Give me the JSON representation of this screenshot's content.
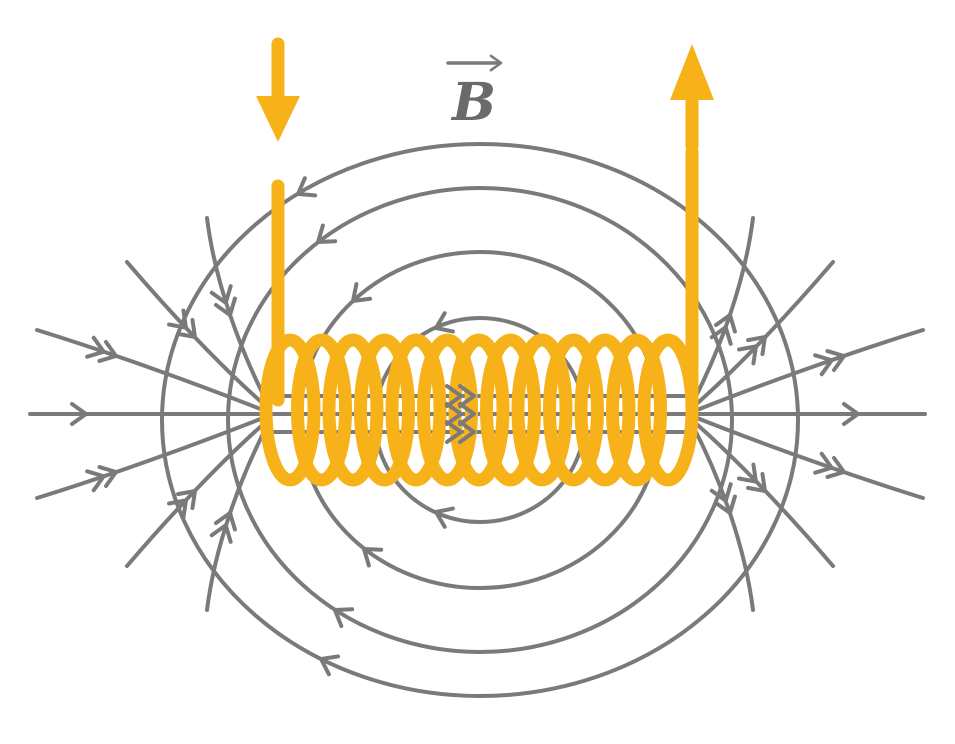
{
  "labels": {
    "field_symbol": "B"
  },
  "colors": {
    "background": "#ffffff",
    "coil": "#F7B219",
    "field_lines": "#7a7a7a",
    "label": "#6a6a6a"
  },
  "icons": {
    "left_current_arrow": "arrow-down",
    "right_current_arrow": "arrow-up",
    "field_direction_arrows": "double-chevron-right",
    "vector_hat_arrow": "arrow-right",
    "field_loop_arrows": "chevron"
  }
}
